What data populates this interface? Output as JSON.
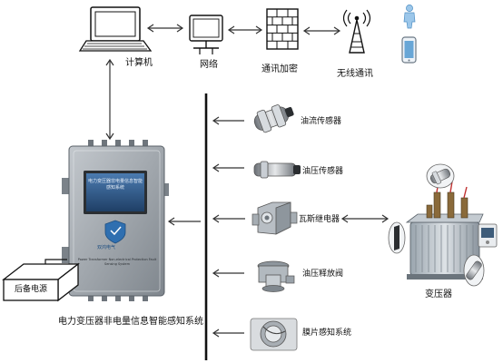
{
  "network": {
    "computer_label": "计算机",
    "network_label": "网络",
    "encryption_label": "通讯加密",
    "wireless_label": "无线通讯"
  },
  "controller": {
    "system_label": "电力变压器非电量信息智能感知系统",
    "screen_title": "电力变压器非电量信息智能感知系统",
    "screen_subtitle": "Power Transformer Non-electrical Protection Fault Sensing System",
    "brand": "双鸿电气"
  },
  "backup_power_label": "后备电源",
  "sensors": [
    {
      "label": "油流传感器"
    },
    {
      "label": "油压传感器"
    },
    {
      "label": "瓦斯继电器"
    },
    {
      "label": "油压释放阀"
    },
    {
      "label": "膜片感知系统"
    }
  ],
  "transformer_label": "变压器",
  "colors": {
    "line": "#111111",
    "arrow": "#555555",
    "cabinet": "#9aa0a6",
    "screen": "#2f5a8a",
    "device_body": "#c9ced4",
    "phone_blue": "#68a6d6"
  }
}
